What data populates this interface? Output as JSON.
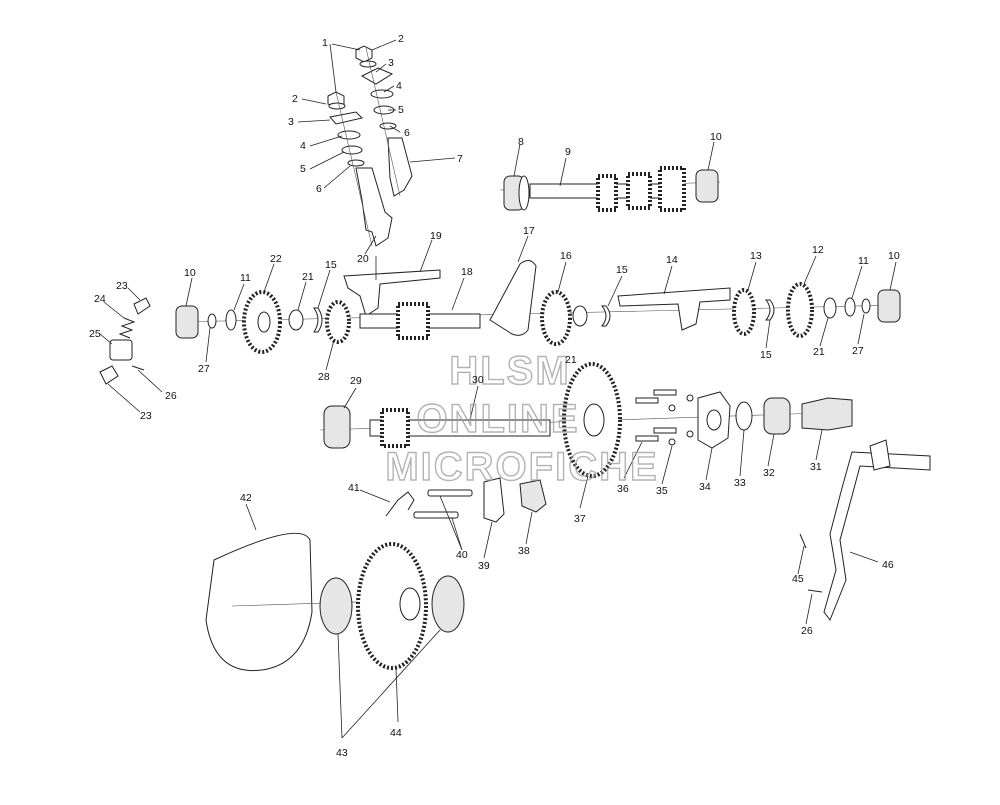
{
  "watermark": {
    "line1": "HLSM",
    "line2": "ONLINE",
    "line3": "MICROFICHE"
  },
  "labels": {
    "l1": "1",
    "l2a": "2",
    "l2b": "2",
    "l3a": "3",
    "l3b": "3",
    "l4a": "4",
    "l4b": "4",
    "l5a": "5",
    "l5b": "5",
    "l6a": "6",
    "l6b": "6",
    "l7": "7",
    "l8": "8",
    "l9": "9",
    "l10a": "10",
    "l10b": "10",
    "l10c": "10",
    "l11a": "11",
    "l11b": "11",
    "l12": "12",
    "l13": "13",
    "l14": "14",
    "l15a": "15",
    "l15b": "15",
    "l15c": "15",
    "l16": "16",
    "l17": "17",
    "l18": "18",
    "l19": "19",
    "l20": "20",
    "l21a": "21",
    "l21b": "21",
    "l21c": "21",
    "l22": "22",
    "l23a": "23",
    "l23b": "23",
    "l24": "24",
    "l25": "25",
    "l26a": "26",
    "l26b": "26",
    "l27a": "27",
    "l27b": "27",
    "l28": "28",
    "l29": "29",
    "l30": "30",
    "l31": "31",
    "l32": "32",
    "l33": "33",
    "l34": "34",
    "l35": "35",
    "l36": "36",
    "l37": "37",
    "l38": "38",
    "l39": "39",
    "l40": "40",
    "l41": "41",
    "l42": "42",
    "l43": "43",
    "l44": "44",
    "l45": "45",
    "l46": "46"
  }
}
